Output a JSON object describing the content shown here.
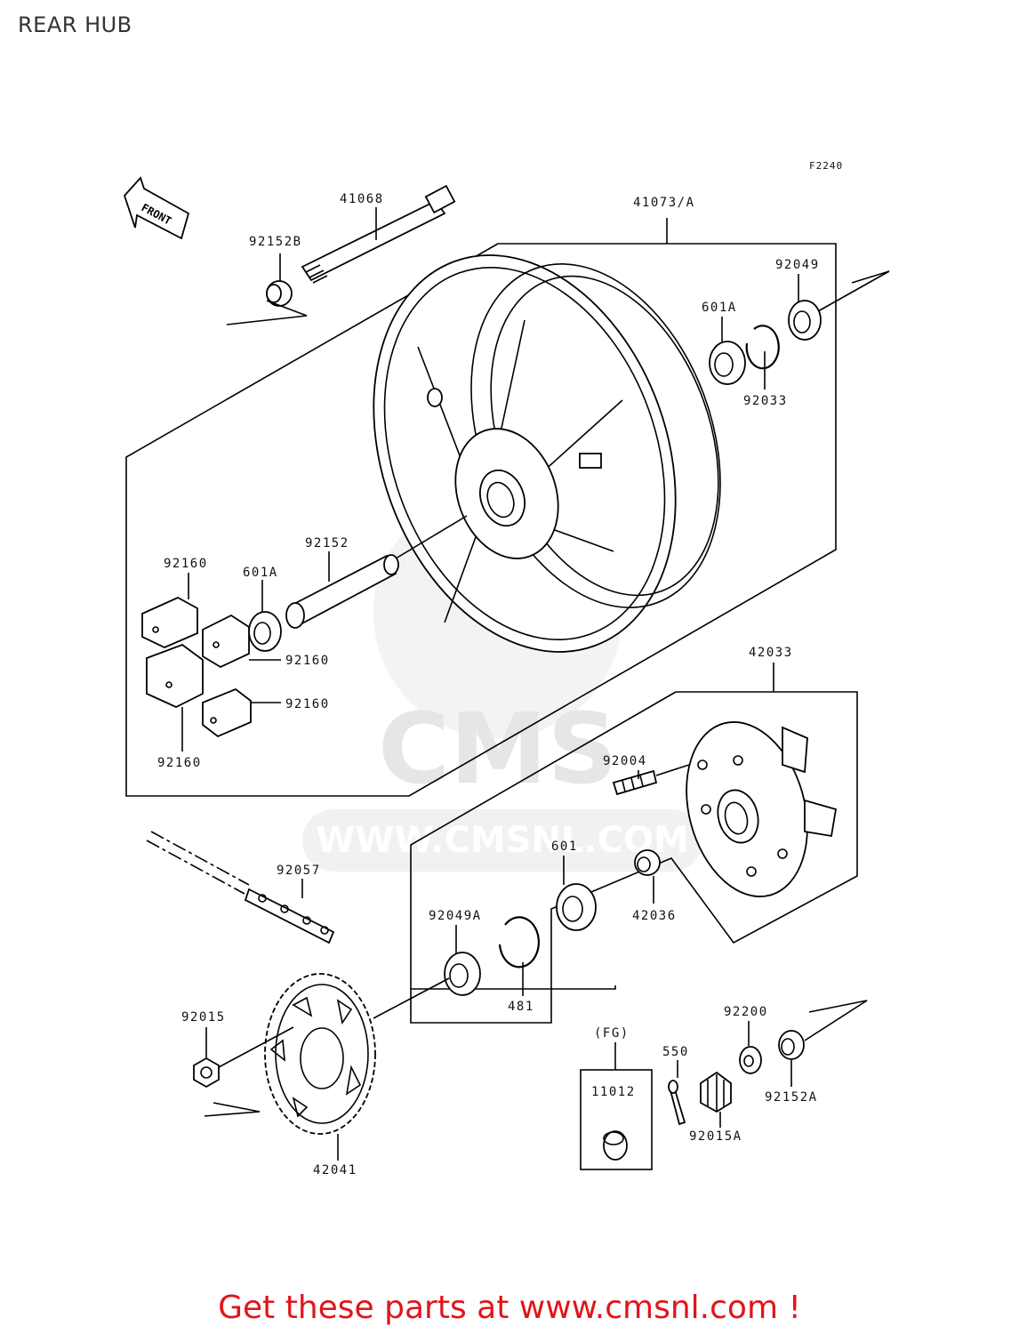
{
  "title": "REAR HUB",
  "figure_code": "F2240",
  "front_label": "FRONT",
  "watermark": {
    "brand": "CMS",
    "url": "WWW.CMSNL.COM"
  },
  "parts": {
    "p41068": "41068",
    "p41073a": "41073/A",
    "p92152b": "92152B",
    "p92049": "92049",
    "p601a_top": "601A",
    "p92033": "92033",
    "p92152": "92152",
    "p92160_a": "92160",
    "p601a_mid": "601A",
    "p92160_b": "92160",
    "p92160_c": "92160",
    "p92160_d": "92160",
    "p42033": "42033",
    "p92004": "92004",
    "p92057": "92057",
    "p601": "601",
    "p92049a": "92049A",
    "p42036": "42036",
    "p481": "481",
    "p92015": "92015",
    "p92200": "92200",
    "fg": "(FG)",
    "p550": "550",
    "p11012": "11012",
    "p92152a": "92152A",
    "p92015a": "92015A",
    "p42041": "42041"
  },
  "cta": "Get these parts at www.cmsnl.com !"
}
